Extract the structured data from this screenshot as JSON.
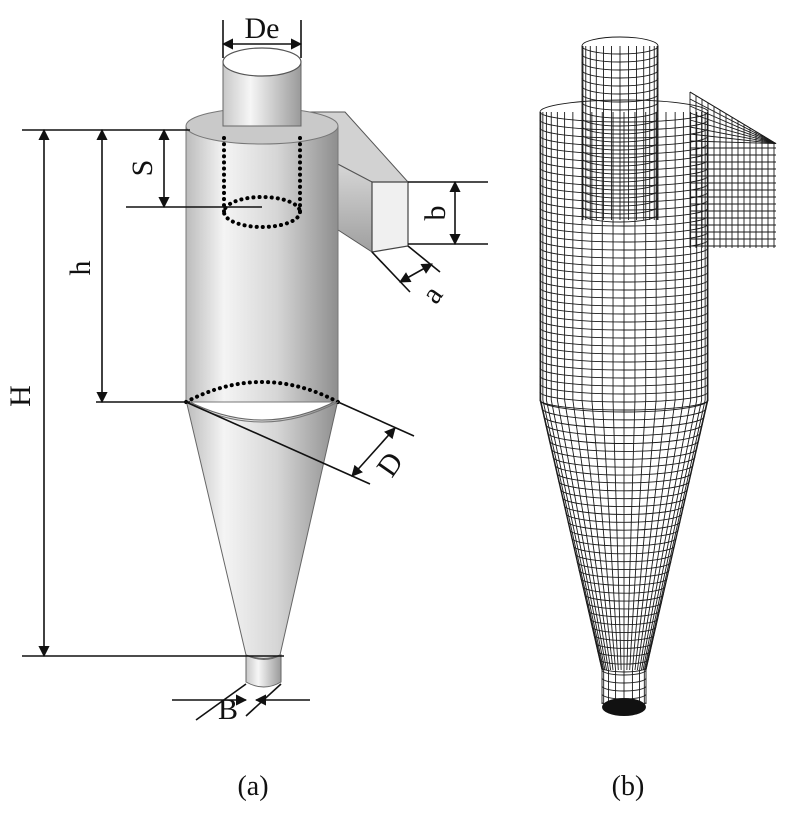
{
  "panel_a": {
    "labels": {
      "De": "De",
      "S": "S",
      "b": "b",
      "h": "h",
      "a": "a",
      "H": "H",
      "D": "D",
      "B": "B"
    },
    "caption": "(a)"
  },
  "panel_b": {
    "caption": "(b)"
  },
  "colors": {
    "line": "#111111",
    "mesh": "#1a1a1a",
    "surface_light": "#f2f2f2",
    "surface_mid": "#bdbdbd",
    "surface_dark": "#8a8a8a"
  }
}
